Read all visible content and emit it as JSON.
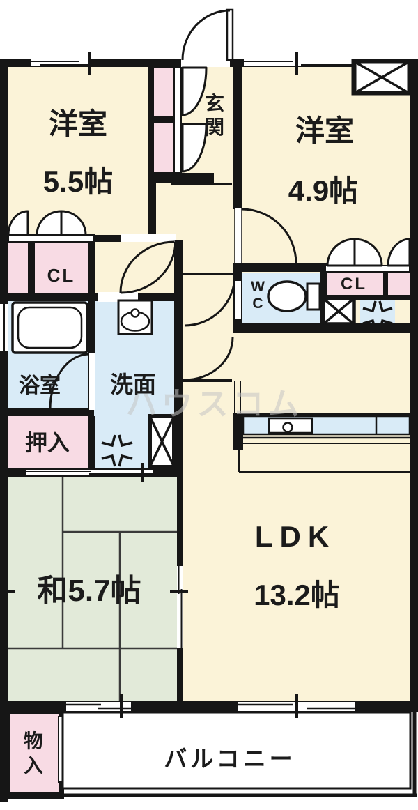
{
  "palette": {
    "cream": "#FBF3D8",
    "pink": "#F8DBE4",
    "blue": "#D9EBF7",
    "green": "#E2EAD9",
    "wall": "#161616",
    "white": "#FFFFFF",
    "watermark_gray": "#C5C5C5"
  },
  "plan": {
    "watermark": "ハウスコム",
    "rooms": {
      "west_room_a": {
        "label": "洋室",
        "size": "5.5帖"
      },
      "west_room_b": {
        "label": "洋室",
        "size": "4.9帖"
      },
      "entrance": {
        "char1": "玄",
        "char2": "関"
      },
      "closet_a": {
        "label": "CL"
      },
      "closet_b": {
        "label": "CL"
      },
      "toilet": {
        "char1": "W",
        "char2": "C"
      },
      "bathroom": {
        "label": "浴室"
      },
      "washroom": {
        "label": "洗面"
      },
      "oshiire": {
        "label": "押入"
      },
      "japanese_room": {
        "label": "和5.7帖"
      },
      "ldk": {
        "label": "LDK",
        "size": "13.2帖"
      },
      "storage": {
        "char1": "物",
        "char2": "入"
      },
      "balcony": {
        "label": "バルコニー"
      }
    }
  }
}
